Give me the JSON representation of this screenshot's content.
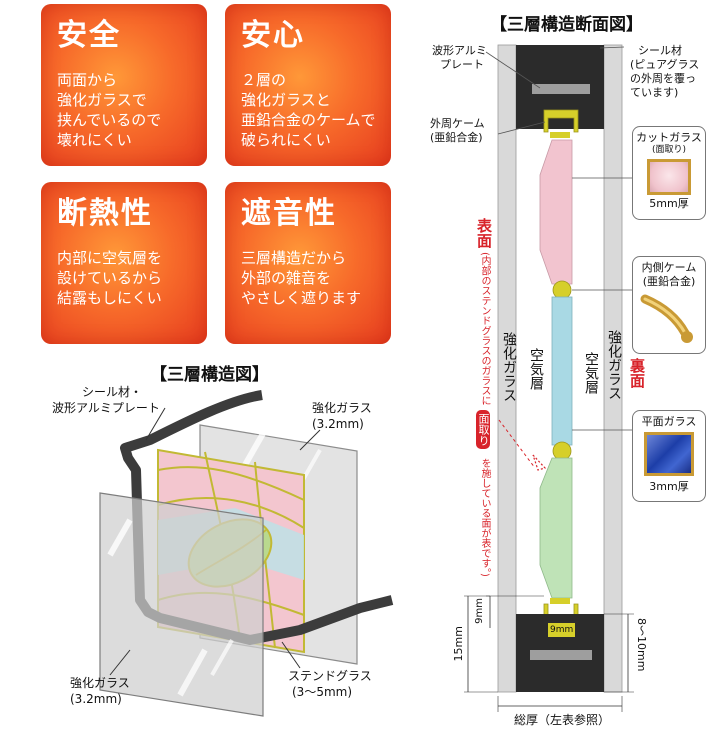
{
  "features": [
    {
      "title": "安全",
      "lines": [
        "両面から",
        "強化ガラスで",
        "挟んでいるので",
        "壊れにくい"
      ]
    },
    {
      "title": "安心",
      "lines": [
        "２層の",
        "強化ガラスと",
        "亜鉛合金のケームで",
        "破られにくい"
      ]
    },
    {
      "title": "断熱性",
      "lines": [
        "内部に空気層を",
        "設けているから",
        "結露もしにくい"
      ]
    },
    {
      "title": "遮音性",
      "lines": [
        "三層構造だから",
        "外部の雑音を",
        "やさしく遮ります"
      ]
    }
  ],
  "structure_diagram": {
    "title": "【三層構造図】",
    "seal_label": [
      "シール材・",
      "波形アルミプレート"
    ],
    "tempered_top": [
      "強化ガラス",
      "(3.2mm)"
    ],
    "tempered_bottom": [
      "強化ガラス",
      "(3.2mm)"
    ],
    "stained": [
      "ステンドグラス",
      "(3〜5mm)"
    ]
  },
  "cross_section": {
    "title": "【三層構造断面図】",
    "wave_aluminum": [
      "波形アルミ",
      "プレート"
    ],
    "seal": [
      "シール材",
      "(ピュアグラス",
      "の外周を覆っ",
      "ています)"
    ],
    "outer_came": [
      "外周ケーム",
      "(亜鉛合金)"
    ],
    "front_label": "表面",
    "front_note_1": "(内部のステンドグラスのガラスに",
    "bevel_badge": "面取り",
    "front_note_2": "を施している面が表です。)",
    "back_label": "裏面",
    "tempered_left": "強化ガラス",
    "tempered_right": "強化ガラス",
    "air_left": "空気層",
    "air_right": "空気層",
    "cut_glass": {
      "title": "カットガラス",
      "sub": "(面取り)",
      "size": "5mm厚"
    },
    "inner_came": {
      "title": "内側ケーム",
      "sub": "(亜鉛合金)"
    },
    "flat_glass": {
      "title": "平面ガラス",
      "size": "3mm厚"
    },
    "dim_9mm_left": "9mm",
    "dim_9mm_bottom": "9mm",
    "dim_15mm": "15mm",
    "dim_8_10mm": "8〜10mm",
    "total_thickness": "総厚（左表参照）"
  },
  "colors": {
    "card_orange": "#f76a2a",
    "accent_red": "#d8232a",
    "frame_dark": "#2b2b2b",
    "tempered_gray": "#d9d9d9",
    "came_yellow": "#d6cf2a",
    "pink_glass": "#f2c4cf",
    "blue_glass": "#a9d9e4",
    "green_glass": "#bfe3b7"
  }
}
